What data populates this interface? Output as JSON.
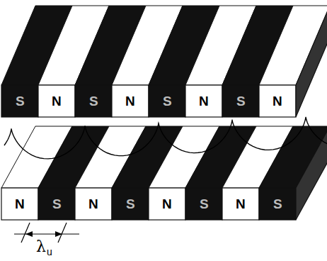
{
  "diagram": {
    "labels": [
      "S",
      "N",
      "S",
      "N",
      "S",
      "N",
      "S",
      "N",
      "N",
      "S",
      "N",
      "S",
      "N",
      "S",
      "N",
      "S",
      "λ",
      "u"
    ]
  }
}
